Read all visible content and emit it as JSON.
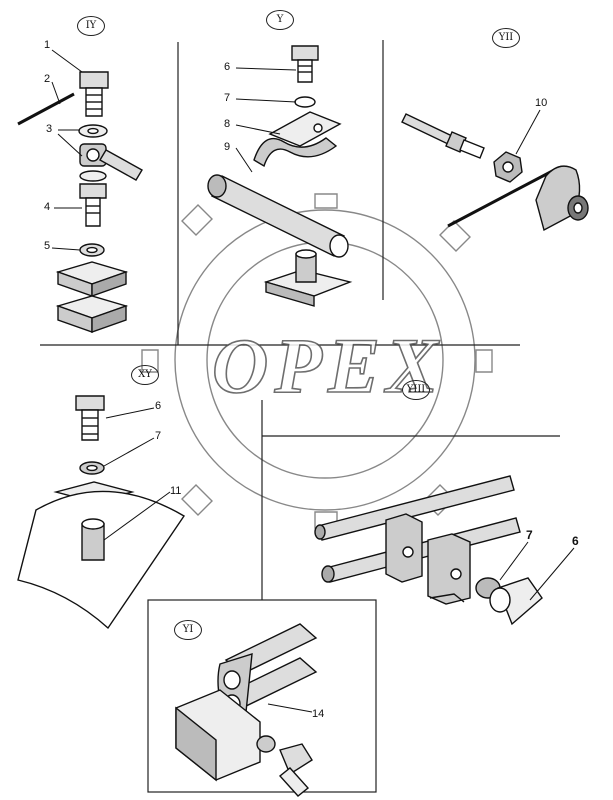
{
  "sections": {
    "iy": "IY",
    "y": "Y",
    "yii": "YII",
    "xy": "XY",
    "yiii": "YIII",
    "yi": "YI"
  },
  "watermark": "OPEX",
  "callouts": {
    "iy_1": "1",
    "iy_2": "2",
    "iy_3": "3",
    "iy_4": "4",
    "iy_5": "5",
    "y_6": "6",
    "y_7": "7",
    "y_8": "8",
    "y_9": "9",
    "yii_10": "10",
    "xy_6": "6",
    "xy_7": "7",
    "xy_11": "11",
    "yiii_7": "7",
    "yiii_6": "6",
    "yi_14": "14"
  }
}
